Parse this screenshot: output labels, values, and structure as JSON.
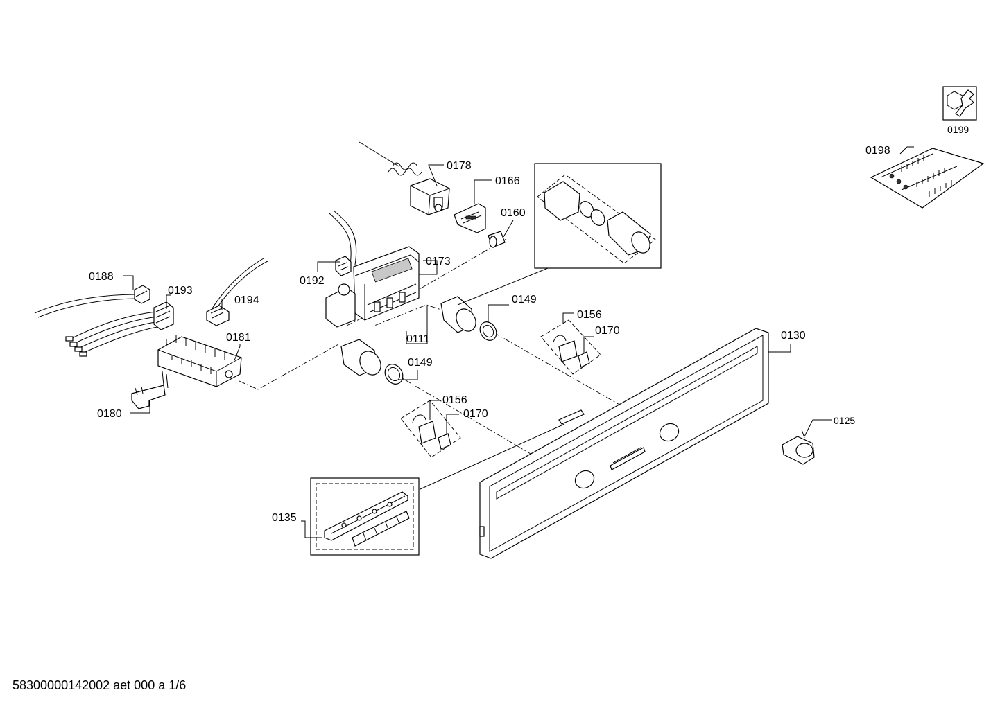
{
  "parts": {
    "p0111": "0111",
    "p0125": "0125",
    "p0130": "0130",
    "p0135": "0135",
    "p0149a": "0149",
    "p0149b": "0149",
    "p0156a": "0156",
    "p0156b": "0156",
    "p0160": "0160",
    "p0166": "0166",
    "p0170a": "0170",
    "p0170b": "0170",
    "p0173": "0173",
    "p0178": "0178",
    "p0180": "0180",
    "p0181": "0181",
    "p0188": "0188",
    "p0192": "0192",
    "p0193": "0193",
    "p0194": "0194",
    "p0198": "0198",
    "p0199": "0199"
  },
  "footer": "58300000142002 aet 000 a 1/6",
  "icons": {
    "tool": "nut-wrench-icon"
  }
}
